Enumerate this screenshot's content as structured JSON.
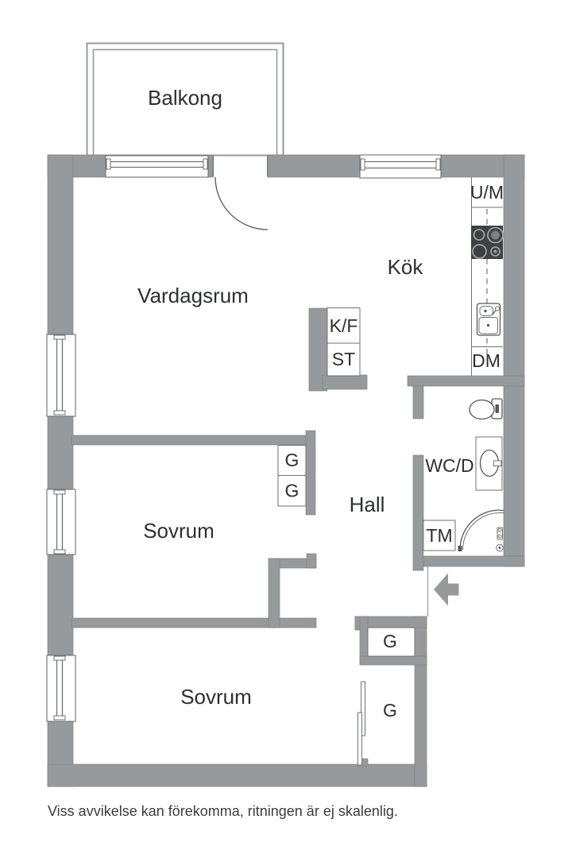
{
  "colors": {
    "background": "#ffffff",
    "wall": "#969a9c",
    "wall_outline": "#818486",
    "fixture_line": "#55585a",
    "window_line": "#6f7274",
    "stove_dark": "#3e4143",
    "text": "#2d2f31",
    "footer_text": "#3a3d3f"
  },
  "labels": {
    "balcony": "Balkong",
    "living_room": "Vardagsrum",
    "kitchen": "Kök",
    "hall": "Hall",
    "bedroom_mid": "Sovrum",
    "bedroom_bottom": "Sovrum",
    "wc": "WC/D",
    "unit_um": "U/M",
    "unit_dm": "DM",
    "unit_kf": "K/F",
    "unit_st": "ST",
    "unit_tm": "TM",
    "wardrobe_1": "G",
    "wardrobe_2": "G",
    "wardrobe_3": "G",
    "wardrobe_4": "G"
  },
  "footer": {
    "disclaimer": "Viss avvikelse kan förekomma, ritningen är ej skalenlig."
  }
}
